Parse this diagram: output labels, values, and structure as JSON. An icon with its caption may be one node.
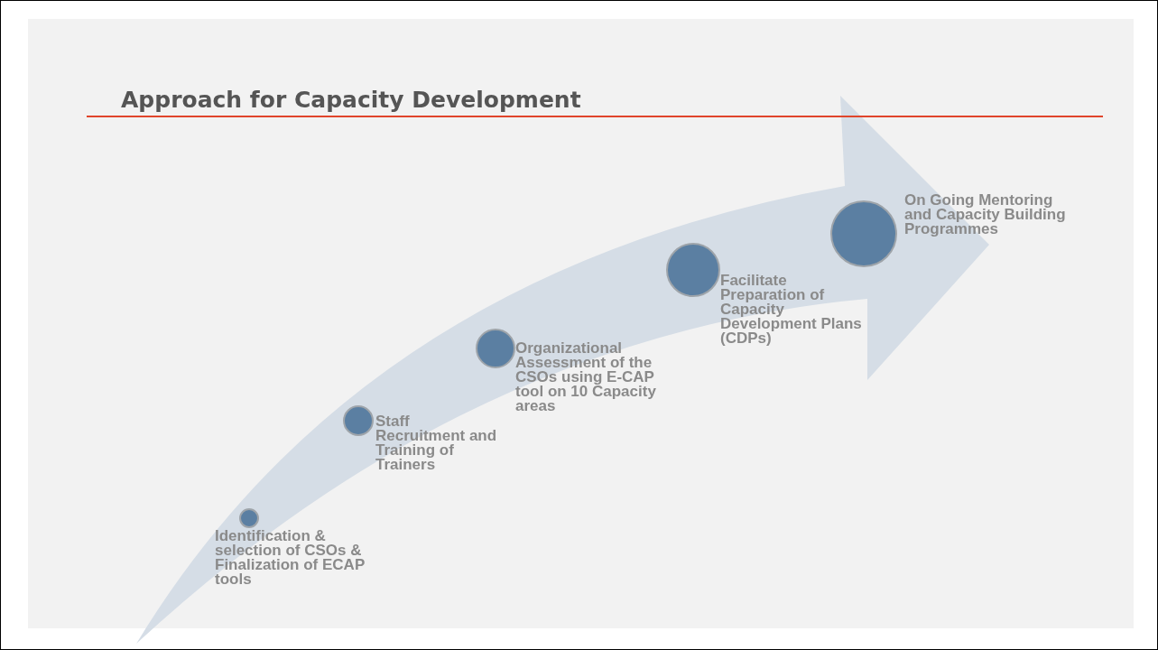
{
  "diagram": {
    "title": "Approach for Capacity Development",
    "nodes": [
      {
        "text": [
          "Identification & selection of CSOs & Finalization of ECAP tools"
        ]
      },
      {
        "text": [
          "Staff Recruitment and Training of Trainers"
        ]
      },
      {
        "text": [
          "Organizational Assessment of the CSOs using E-CAP tool on 10 Capacity areas"
        ]
      },
      {
        "text": [
          "Facilitate Preparation of Capacity Development Plans (CDPs)"
        ]
      },
      {
        "text": [
          "On Going Mentoring and Capacity Building Programmes"
        ]
      }
    ]
  }
}
